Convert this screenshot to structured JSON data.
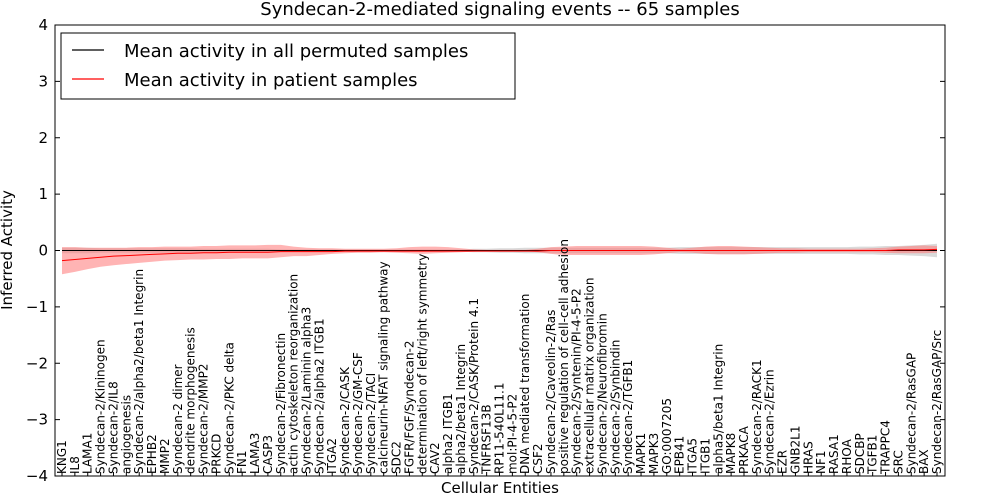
{
  "chart_data": {
    "type": "line",
    "title": "Syndecan-2-mediated signaling events -- 65 samples",
    "xlabel": "Cellular Entities",
    "ylabel": "Inferred Activity",
    "ylim": [
      -4,
      4
    ],
    "yticks": [
      "4",
      "3",
      "2",
      "1",
      "0",
      "−1",
      "−2",
      "−3",
      "−4"
    ],
    "ytick_values": [
      4,
      3,
      2,
      1,
      0,
      -1,
      -2,
      -3,
      -4
    ],
    "legend": {
      "placement": "top-left"
    },
    "grid": false,
    "categories": [
      "KNG1",
      "IL8",
      "LAMA1",
      "Syndecan-2/Kininogen",
      "Syndecan-2/IL8",
      "angiogenesis",
      "Syndecan-2/alpha2/beta1 Integrin",
      "EPHB2",
      "MMP2",
      "Syndecan-2 dimer",
      "dendrite morphogenesis",
      "Syndecan-2/MMP2",
      "PRKCD",
      "Syndecan-2/PKC delta",
      "FN1",
      "LAMA3",
      "CASP3",
      "Syndecan-2/Fibronectin",
      "actin cytoskeleton reorganization",
      "Syndecan-2/Laminin alpha3",
      "Syndecan-2/alpha2 ITGB1",
      "ITGA2",
      "Syndecan-2/CASK",
      "Syndecan-2/GM-CSF",
      "Syndecan-2/TACI",
      "calcineurin-NFAT signaling pathway",
      "SDC2",
      "FGFR/FGF/Syndecan-2",
      "determination of left/right symmetry",
      "CAV2",
      "alpha2 ITGB1",
      "alpha2/beta1 Integrin",
      "Syndecan-2/CASK/Protein 4.1",
      "TNFRSF13B",
      "RP11-540L11.1",
      "mol:PI-4-5-P2",
      "DNA mediated transformation",
      "CSF2",
      "Syndecan-2/Caveolin-2/Ras",
      "positive regulation of cell-cell adhesion",
      "Syndecan-2/Syntenin/PI-4-5-P2",
      "extracellular matrix organization",
      "Syndecan-2/Neurofibromin",
      "Syndecan-2/Synbindin",
      "Syndecan-2/TGFB1",
      "MAPK1",
      "MAPK3",
      "GO:0007205",
      "EPB41",
      "ITGA5",
      "ITGB1",
      "alpha5/beta1 Integrin",
      "MAPK8",
      "PRKACA",
      "Syndecan-2/RACK1",
      "Syndecan-2/Ezrin",
      "EZR",
      "GNB2L1",
      "HRAS",
      "NF1",
      "RASA1",
      "RHOA",
      "SDCBP",
      "TGFB1",
      "TRAPPC4",
      "SRC",
      "Syndecan-2/RasGAP",
      "BAX",
      "Syndecan-2/RasGAP/Src"
    ],
    "series": [
      {
        "name": "Mean activity in all permuted samples",
        "color": "#000000",
        "band_color": "#bbbbbb",
        "values": [
          0.0,
          0.0,
          0.0,
          0.0,
          0.0,
          0.0,
          0.0,
          0.0,
          0.0,
          0.0,
          0.0,
          0.0,
          0.0,
          0.0,
          0.0,
          0.0,
          0.0,
          0.0,
          0.0,
          0.0,
          0.0,
          0.0,
          0.0,
          0.0,
          0.0,
          0.0,
          0.0,
          0.0,
          0.0,
          0.0,
          0.0,
          0.0,
          0.0,
          0.0,
          0.0,
          0.0,
          0.0,
          0.0,
          0.0,
          0.0,
          0.0,
          0.0,
          0.0,
          0.0,
          0.0,
          0.0,
          0.0,
          0.0,
          0.0,
          0.0,
          0.0,
          0.0,
          0.0,
          0.0,
          0.0,
          0.0,
          0.0,
          0.0,
          0.0,
          0.0,
          0.0,
          0.0,
          0.0,
          0.0,
          0.0,
          0.0,
          0.0,
          0.0,
          0.0
        ],
        "band_lower": [
          -0.05,
          -0.05,
          -0.05,
          -0.04,
          -0.04,
          -0.04,
          -0.04,
          -0.04,
          -0.04,
          -0.04,
          -0.04,
          -0.03,
          -0.03,
          -0.03,
          -0.03,
          -0.03,
          -0.03,
          -0.02,
          -0.02,
          -0.02,
          -0.02,
          -0.02,
          -0.02,
          -0.02,
          -0.02,
          -0.02,
          -0.02,
          -0.02,
          -0.02,
          -0.02,
          -0.02,
          -0.02,
          -0.03,
          -0.03,
          -0.04,
          -0.04,
          -0.05,
          -0.05,
          -0.05,
          -0.05,
          -0.05,
          -0.05,
          -0.05,
          -0.05,
          -0.05,
          -0.05,
          -0.05,
          -0.05,
          -0.06,
          -0.06,
          -0.06,
          -0.06,
          -0.06,
          -0.06,
          -0.06,
          -0.06,
          -0.06,
          -0.06,
          -0.06,
          -0.06,
          -0.06,
          -0.06,
          -0.07,
          -0.07,
          -0.08,
          -0.08,
          -0.09,
          -0.1,
          -0.12
        ],
        "band_upper": [
          0.05,
          0.05,
          0.05,
          0.04,
          0.04,
          0.04,
          0.04,
          0.04,
          0.04,
          0.04,
          0.04,
          0.03,
          0.03,
          0.03,
          0.03,
          0.03,
          0.03,
          0.02,
          0.02,
          0.02,
          0.02,
          0.02,
          0.02,
          0.02,
          0.02,
          0.02,
          0.02,
          0.02,
          0.02,
          0.02,
          0.02,
          0.02,
          0.03,
          0.03,
          0.04,
          0.04,
          0.05,
          0.05,
          0.05,
          0.05,
          0.05,
          0.05,
          0.05,
          0.05,
          0.05,
          0.05,
          0.05,
          0.05,
          0.06,
          0.06,
          0.06,
          0.06,
          0.06,
          0.06,
          0.06,
          0.06,
          0.06,
          0.06,
          0.06,
          0.06,
          0.06,
          0.06,
          0.07,
          0.07,
          0.08,
          0.08,
          0.09,
          0.1,
          0.12
        ]
      },
      {
        "name": "Mean activity in patient samples",
        "color": "#ff0000",
        "band_color": "#ff7777",
        "values": [
          -0.18,
          -0.16,
          -0.14,
          -0.12,
          -0.1,
          -0.09,
          -0.08,
          -0.07,
          -0.06,
          -0.05,
          -0.05,
          -0.04,
          -0.04,
          -0.03,
          -0.03,
          -0.03,
          -0.03,
          -0.02,
          -0.02,
          -0.02,
          -0.02,
          -0.02,
          -0.01,
          -0.01,
          -0.01,
          -0.01,
          -0.01,
          -0.01,
          -0.01,
          -0.01,
          -0.01,
          -0.01,
          -0.01,
          -0.01,
          -0.01,
          -0.01,
          -0.01,
          -0.01,
          0.0,
          0.0,
          0.0,
          0.0,
          0.0,
          0.0,
          0.0,
          0.0,
          0.0,
          0.0,
          0.0,
          0.0,
          0.0,
          0.0,
          0.0,
          0.0,
          0.0,
          0.0,
          0.0,
          0.0,
          0.0,
          0.0,
          0.0,
          0.0,
          0.0,
          0.0,
          0.0,
          0.01,
          0.01,
          0.01,
          0.02
        ],
        "band_lower": [
          -0.42,
          -0.38,
          -0.33,
          -0.29,
          -0.26,
          -0.24,
          -0.22,
          -0.2,
          -0.18,
          -0.17,
          -0.16,
          -0.16,
          -0.15,
          -0.15,
          -0.14,
          -0.14,
          -0.14,
          -0.12,
          -0.1,
          -0.1,
          -0.08,
          -0.06,
          -0.05,
          -0.04,
          -0.04,
          -0.03,
          -0.04,
          -0.05,
          -0.06,
          -0.05,
          -0.04,
          -0.03,
          -0.02,
          -0.01,
          -0.01,
          -0.01,
          -0.01,
          -0.03,
          -0.06,
          -0.08,
          -0.08,
          -0.08,
          -0.08,
          -0.08,
          -0.08,
          -0.08,
          -0.07,
          -0.05,
          -0.03,
          -0.04,
          -0.06,
          -0.07,
          -0.07,
          -0.07,
          -0.06,
          -0.05,
          -0.04,
          -0.04,
          -0.03,
          -0.03,
          -0.03,
          -0.03,
          -0.03,
          -0.03,
          -0.04,
          -0.05,
          -0.05,
          -0.05,
          -0.04
        ],
        "band_upper": [
          0.06,
          0.06,
          0.05,
          0.05,
          0.05,
          0.05,
          0.06,
          0.06,
          0.07,
          0.07,
          0.07,
          0.08,
          0.08,
          0.09,
          0.09,
          0.09,
          0.1,
          0.1,
          0.07,
          0.05,
          0.04,
          0.04,
          0.03,
          0.03,
          0.03,
          0.03,
          0.04,
          0.06,
          0.07,
          0.07,
          0.06,
          0.04,
          0.02,
          0.01,
          0.01,
          0.01,
          0.01,
          0.03,
          0.06,
          0.07,
          0.08,
          0.08,
          0.08,
          0.08,
          0.08,
          0.08,
          0.07,
          0.05,
          0.03,
          0.05,
          0.07,
          0.08,
          0.08,
          0.07,
          0.06,
          0.05,
          0.04,
          0.04,
          0.03,
          0.03,
          0.03,
          0.03,
          0.03,
          0.04,
          0.05,
          0.07,
          0.08,
          0.09,
          0.08
        ]
      }
    ]
  }
}
